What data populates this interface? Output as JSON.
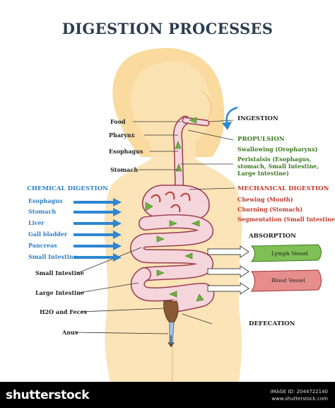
{
  "title": "DIGESTION PROCESSES",
  "left_labels": {
    "food": "Food",
    "pharynx": "Pharynx",
    "esophagus": "Esophagus",
    "stomach": "Stomach",
    "small_intestine": "Small Intestine",
    "large_intestine": "Large Intestine",
    "h2o_feces": "H2O and Feces",
    "anus": "Anus"
  },
  "chemical_digestion": {
    "heading": "CHEMICAL DIGESTION",
    "items": [
      "Esophagus",
      "Stomach",
      "Liver",
      "Gall bladder",
      "Pancreas",
      "Small Intestine"
    ]
  },
  "ingestion": {
    "heading": "INGESTION"
  },
  "propulsion": {
    "heading": "PROPULSION",
    "items": [
      "Swallowing (Oropharynx)",
      "Peristalsis (Esophagus, stomach, Small Intestine, Large Intestine)"
    ]
  },
  "mechanical_digestion": {
    "heading": "MECHANICAL DIGESTION",
    "items": [
      "Chewing (Mouth)",
      "Churning (Stomach)",
      "Segmentation (Small Intestine)"
    ]
  },
  "absorption": {
    "heading": "ABSORPTION",
    "vessels": [
      "Lymph Vessel",
      "Blood Vessel"
    ]
  },
  "defecation": {
    "heading": "DEFECATION"
  },
  "footer": {
    "logo": "shutterstock",
    "image_id_line": "IMAGE ID: 2044722140",
    "site": "www.shutterstock.com"
  },
  "colors": {
    "body": "#fbe3b3",
    "hair": "#f9d48d",
    "intestine": "#f4d6dc",
    "intestine_outline": "#9b3b52",
    "arrow_green": "#6fb23b",
    "arrow_blue": "#2e86d1",
    "lymph": "#7fbf55",
    "blood": "#e88d8d",
    "feces": "#8a5a35"
  }
}
